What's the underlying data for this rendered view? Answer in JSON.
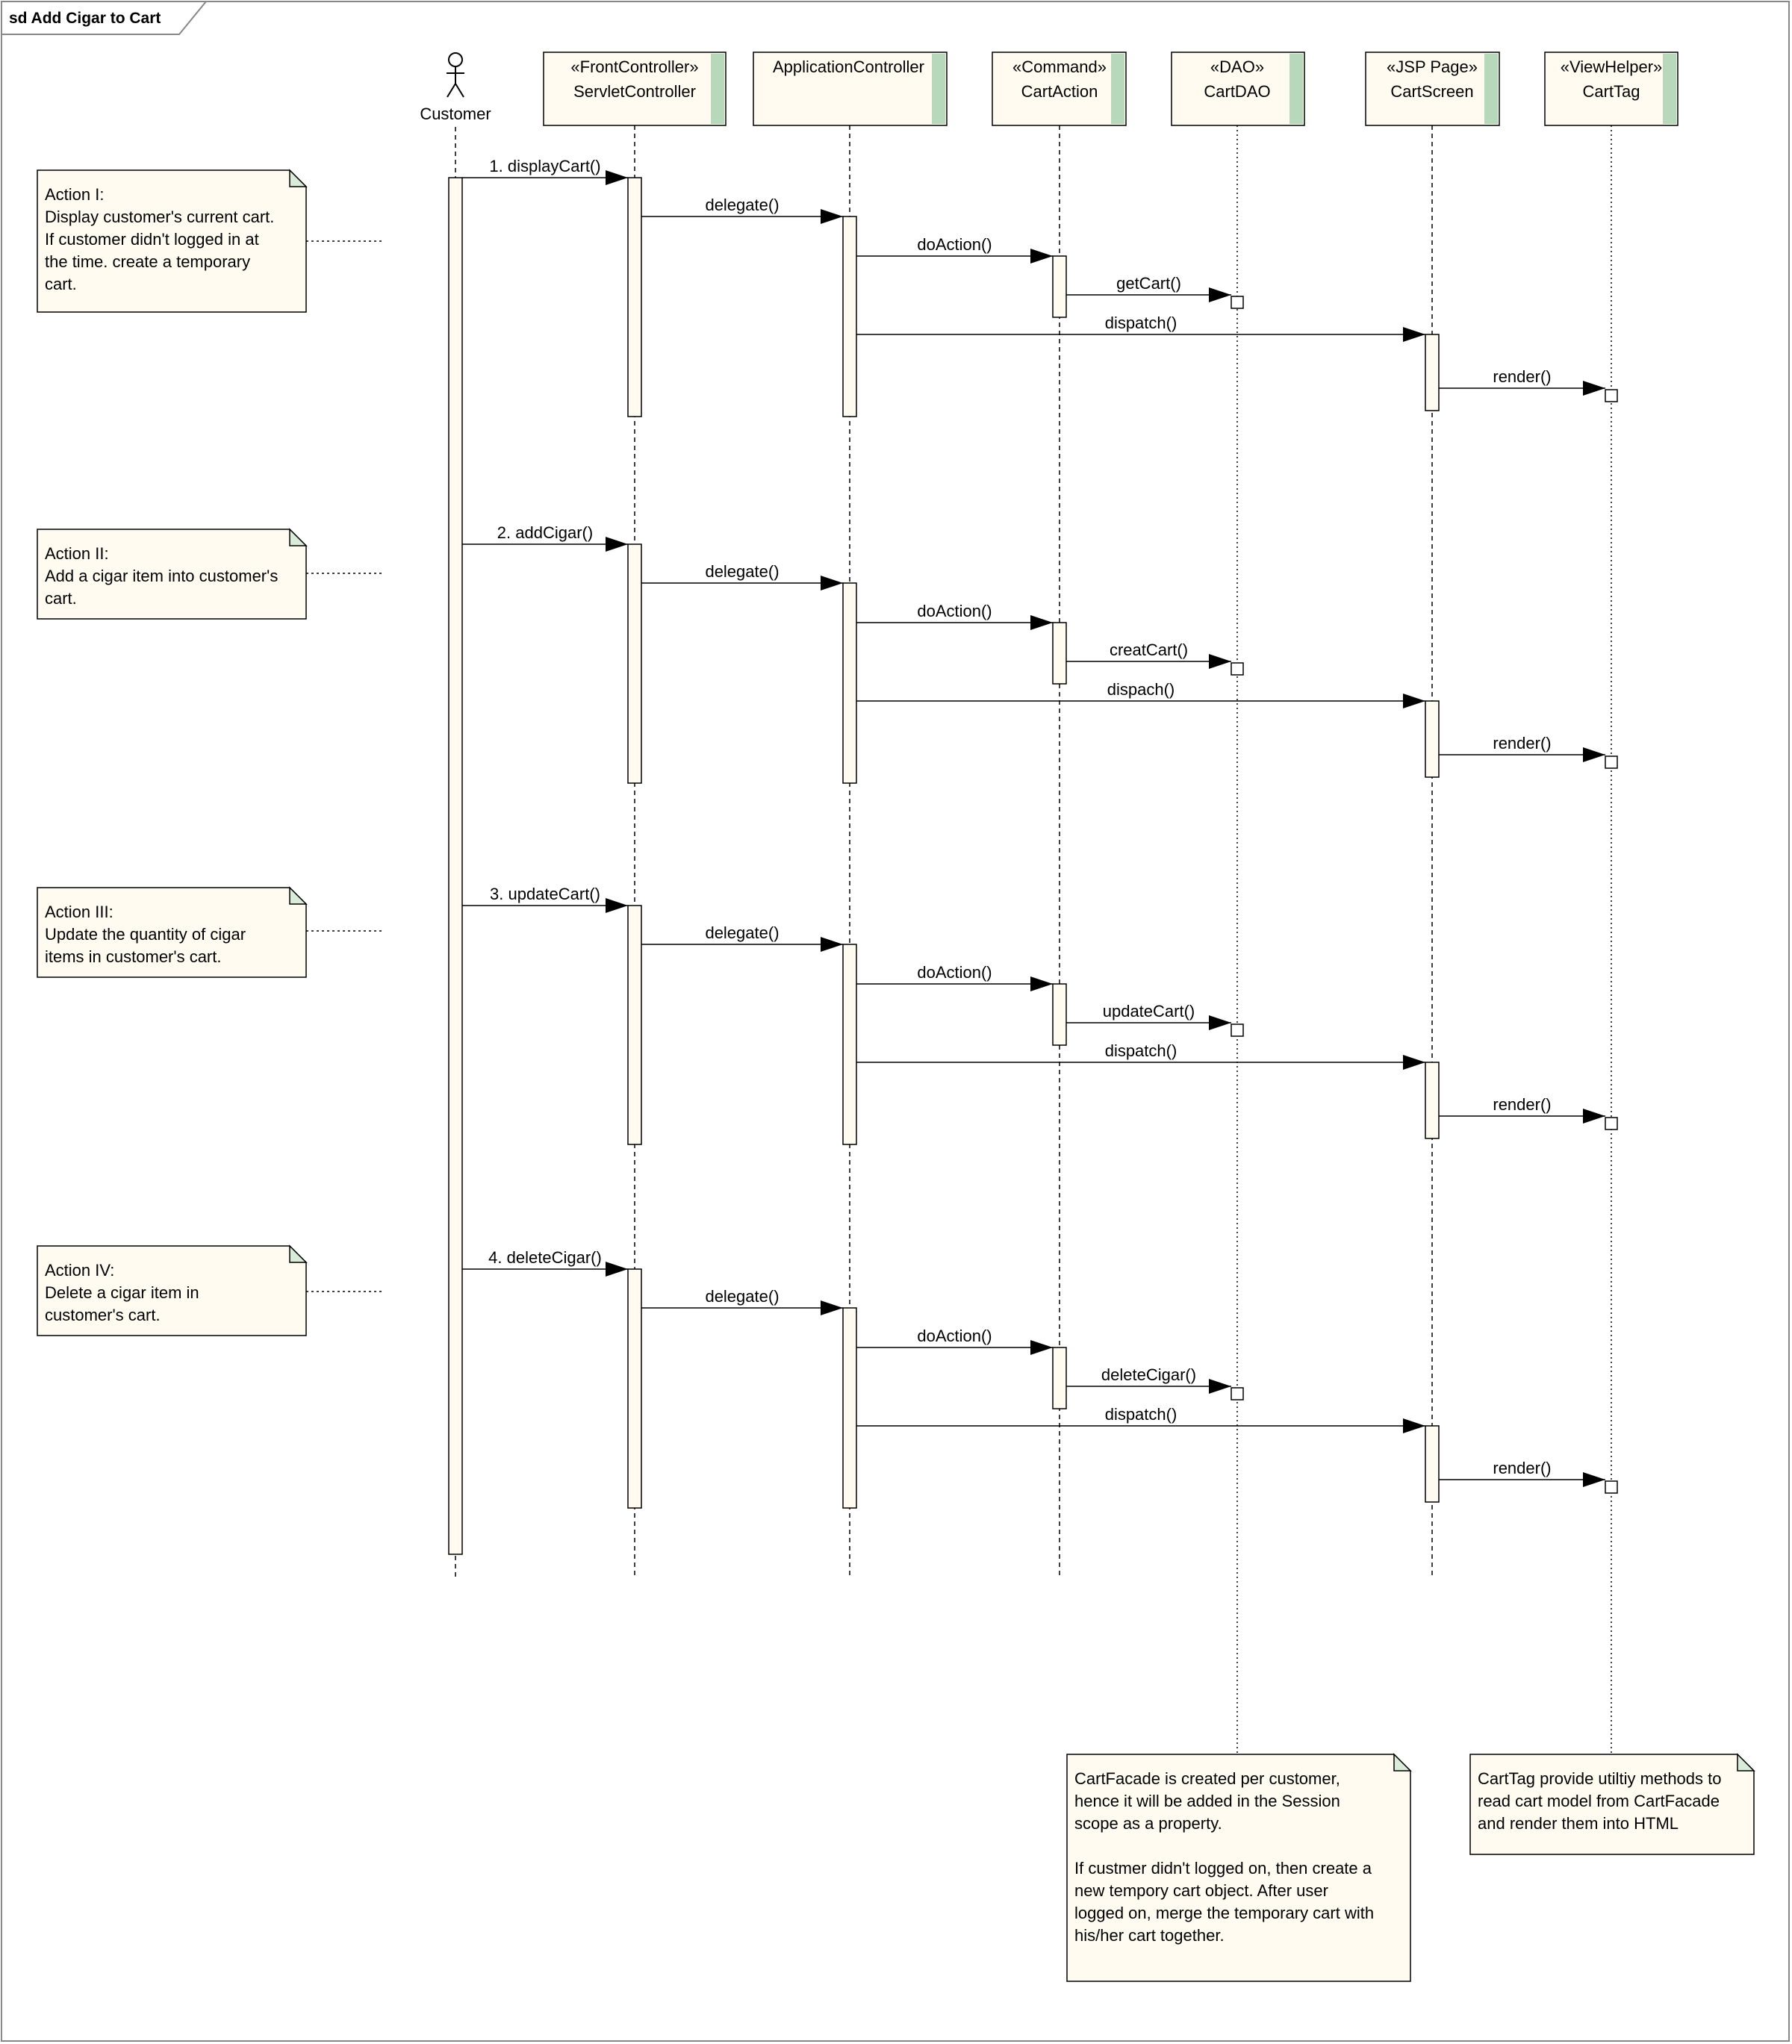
{
  "frame": {
    "title": "sd Add Cigar to Cart"
  },
  "colors": {
    "box_fill": "#fffbf0",
    "stripe": "#b8d8bc",
    "note_fill": "#fffbf0",
    "note_fold": "#d9ecd9",
    "line": "#000000",
    "frame_border": "#888888"
  },
  "actor": {
    "name": "Customer"
  },
  "lifelines": [
    {
      "id": "servlet",
      "stereotype": "«FrontController»",
      "name": "ServletController"
    },
    {
      "id": "appctrl",
      "stereotype": "",
      "name": "ApplicationController"
    },
    {
      "id": "action",
      "stereotype": "«Command»",
      "name": "CartAction"
    },
    {
      "id": "dao",
      "stereotype": "«DAO»",
      "name": "CartDAO"
    },
    {
      "id": "screen",
      "stereotype": "«JSP Page»",
      "name": "CartScreen"
    },
    {
      "id": "tag",
      "stereotype": "«ViewHelper»",
      "name": "CartTag"
    }
  ],
  "interactions": [
    {
      "note": [
        "Action I:",
        "Display customer's current cart.",
        "If customer didn't logged in at",
        "the time. create a temporary",
        "cart."
      ],
      "messages": [
        "1. displayCart()",
        "delegate()",
        "doAction()",
        "getCart()",
        "dispatch()",
        "render()"
      ]
    },
    {
      "note": [
        "Action II:",
        "Add a cigar item into customer's",
        "cart."
      ],
      "messages": [
        "2. addCigar()",
        "delegate()",
        "doAction()",
        "creatCart()",
        "dispach()",
        "render()"
      ]
    },
    {
      "note": [
        "Action III:",
        "Update the quantity of cigar",
        "items in customer's cart."
      ],
      "messages": [
        "3. updateCart()",
        "delegate()",
        "doAction()",
        "updateCart()",
        "dispatch()",
        "render()"
      ]
    },
    {
      "note": [
        "Action IV:",
        "Delete a cigar item in",
        "customer's cart."
      ],
      "messages": [
        "4. deleteCigar()",
        "delegate()",
        "doAction()",
        "deleteCigar()",
        "dispatch()",
        "render()"
      ]
    }
  ],
  "bottom_notes": [
    {
      "attached_to": "dao",
      "lines": [
        "CartFacade is created per customer,",
        "hence it will be added in the Session",
        "scope as a property.",
        "",
        "If custmer didn't logged on, then create a",
        "new tempory cart object. After user",
        "logged on, merge the temporary cart with",
        "his/her cart together."
      ]
    },
    {
      "attached_to": "tag",
      "lines": [
        "CartTag provide utiltiy methods to",
        "read cart model from CartFacade",
        "and render them into HTML"
      ]
    }
  ]
}
